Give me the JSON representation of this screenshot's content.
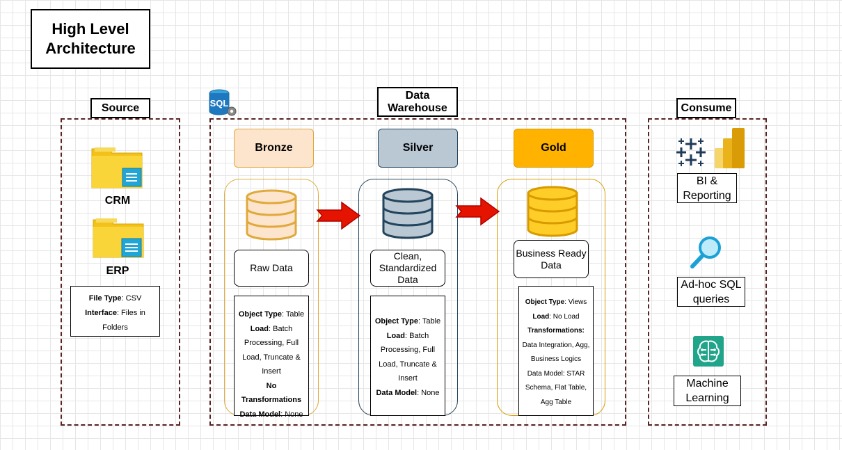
{
  "title": "High Level\nArchitecture",
  "source": {
    "header": "Source",
    "crm_label": "CRM",
    "erp_label": "ERP",
    "file_type_label": "File Type",
    "file_type_value": ": CSV",
    "interface_label": "Interface",
    "interface_value": ": Files in Folders"
  },
  "warehouse": {
    "header": "Data\nWarehouse",
    "sql_icon_text": "SQL",
    "layers": [
      {
        "name": "Bronze",
        "description": "Raw Data",
        "head_color": "#fde4cc",
        "border_color": "#e0a93b",
        "db_fill": "#fde4cc",
        "db_stroke": "#e0a93b",
        "specs": [
          {
            "label": "Object Type",
            "value": ": Table"
          },
          {
            "label": "Load",
            "value": ": Batch Processing, Full Load, Truncate & Insert"
          },
          {
            "label": "No Transformations",
            "value": ""
          },
          {
            "label": "Data Model",
            "value": ": None"
          }
        ]
      },
      {
        "name": "Silver",
        "description": "Clean,\nStandardized\nData",
        "head_color": "#bac8d3",
        "border_color": "#23445d",
        "db_fill": "#bac8d3",
        "db_stroke": "#23445d",
        "specs": [
          {
            "label": "Object Type",
            "value": ": Table"
          },
          {
            "label": "Load",
            "value": ": Batch Processing, Full Load, Truncate & Insert"
          },
          {
            "label": "Data Model",
            "value": ": None"
          }
        ]
      },
      {
        "name": "Gold",
        "description": "Business Ready\nData",
        "head_color": "#ffb300",
        "border_color": "#d79b00",
        "db_fill": "#ffcd28",
        "db_stroke": "#d79b00",
        "specs": [
          {
            "label": "Object Type",
            "value": ": Views"
          },
          {
            "label": "Load",
            "value": ": No Load"
          },
          {
            "label": "Transformations:",
            "value": " Data Integration, Agg, Business Logics"
          },
          {
            "label": "",
            "value": "Data Model: STAR Schema, Flat Table, Agg Table"
          }
        ]
      }
    ]
  },
  "consume": {
    "header": "Consume",
    "items": [
      "BI &\nReporting",
      "Ad-hoc SQL\nqueries",
      "Machine\nLearning"
    ]
  },
  "colors": {
    "arrow_fill": "#e51400",
    "arrow_stroke": "#b20000",
    "dash": "#5a2222"
  }
}
